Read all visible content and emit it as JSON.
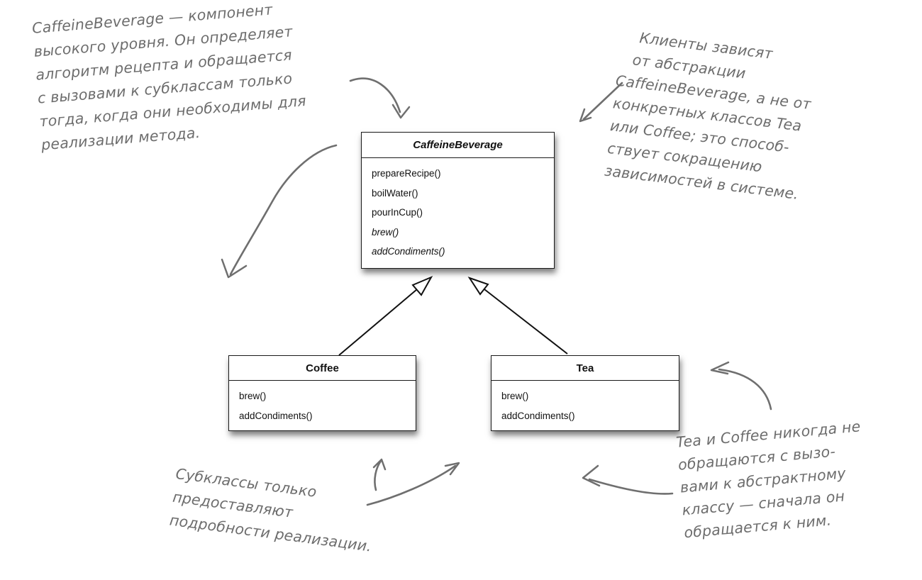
{
  "colors": {
    "handwriting": "#6d6d6d",
    "box_border": "#1a1a1a",
    "inherit_arrow": "#111111",
    "background": "#ffffff"
  },
  "annotations": {
    "top_left": {
      "lines": [
        "CaffeineBeverage — компонент",
        "высокого уровня. Он определяет",
        "алгоритм рецепта и обращается",
        "с вызовами к субклассам только",
        "тогда, когда они необходимы для",
        "реализации метода."
      ]
    },
    "top_right": {
      "lines": [
        "Клиенты зависят",
        "от абстракции",
        "CaffeineBeverage, а не от",
        "конкретных классов Tea",
        "или Coffee; это способ-",
        "ствует сокращению",
        "зависимостей в системе."
      ]
    },
    "bottom_left": {
      "lines": [
        "Субклассы только",
        "предоставляют",
        "подробности реализации."
      ]
    },
    "bottom_right": {
      "lines": [
        "Tea и Coffee никогда не",
        "обращаются с вызо-",
        "вами к абстрактному",
        "классу — сначала он",
        "обращается к ним."
      ]
    }
  },
  "classes": {
    "caffeine_beverage": {
      "name": "CaffeineBeverage",
      "abstract": true,
      "methods": [
        "prepareRecipe()",
        "boilWater()",
        "pourInCup()",
        "brew()",
        "addCondiments()"
      ],
      "abstract_methods": [
        "brew()",
        "addCondiments()"
      ]
    },
    "coffee": {
      "name": "Coffee",
      "methods": [
        "brew()",
        "addCondiments()"
      ]
    },
    "tea": {
      "name": "Tea",
      "methods": [
        "brew()",
        "addCondiments()"
      ]
    }
  }
}
